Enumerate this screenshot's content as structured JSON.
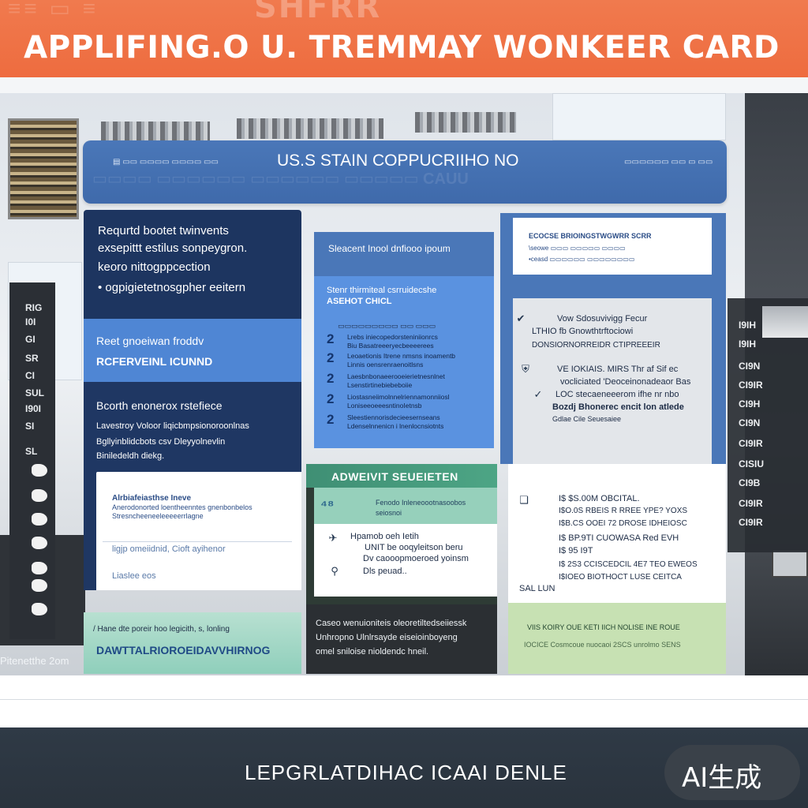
{
  "header": {
    "ghost": "SHFRR",
    "ghost_small": "≡≡ ▭ ≡",
    "title": "APPLIFING.O U.  TREMMAY WONKEER CARD"
  },
  "top_bar": {
    "small_left": "▤ ▭▭ ▭▭▭▭ ▭▭▭▭ ▭▭",
    "title": "US.S STAIN COPPUCRIIHO NO",
    "small_right": "▭▭▭▭▭▭ ▭▭ ▭ ▭▭",
    "ghost": "▭▭▭▭ ▭▭▭▭▭▭ ▭▭▭▭▭▭ ▭▭▭▭▭ CAUU"
  },
  "left_column": {
    "card1": {
      "lines": [
        "Requrtd  bootet  twinvents",
        "exsepittt estilus sonpeygron.",
        "keoro nittogppcection",
        "•  ogpigietetnosgpher eeitern"
      ]
    },
    "card2": {
      "subtitle": "Reet gnoeiwan froddv",
      "title": "RCFERVEINL  ICUNND"
    },
    "card3": {
      "title": "Bcorth enonerox rstefiece",
      "lines": [
        "Lavestroy Voloor liqicbmpsionoroonlnas",
        "Bgllyinblidcbots  csv   Dleyyolnevlin",
        "Biniledeldh diekg."
      ]
    },
    "card4": {
      "title": "Alrbiafeiasthse Ineve",
      "lines": [
        "Anerodonorted loentheenntes gnenbonbelos",
        "Stresncheeneeleeeeerrlagne"
      ],
      "after_divider": "ligjp omeiidnid,  Cioft ayihenor",
      "foot": "Liaslee eos"
    },
    "card5": {
      "small": "/ Hane dte poreir hoo legicith, s, lonling",
      "title": "DAWTTALRIOROEIDAVVHIRNOG"
    }
  },
  "middle_column": {
    "card1_text": "Sleacent Inool dnfiooo ipoum",
    "card2_lines": [
      "Stenr  thirmiteal csrruidecshe",
      "ASEHOT CHICL"
    ],
    "card3_head": "▭▭▭▭▭▭▭▭▭ ▭▭ ▭▭▭",
    "steps": [
      {
        "n": "2",
        "t1": "Lrebs iniecopedorsteniniionrcs",
        "t2": "Biu Basatreeeryecbeeeerees"
      },
      {
        "n": "2",
        "t1": "Leoaetionis Itrene nmsns inoamentb",
        "t2": "Linnis oensrenraenoitlsns"
      },
      {
        "n": "2",
        "t1": "Laesbnbonaeerooeierietnesnlnet",
        "t2": "Lsenstirtinebiebeboiie"
      },
      {
        "n": "2",
        "t1": "Liostasneiimolnnelriennamonniiosl",
        "t2": "LoniseeoeeesntinoIetnsb"
      },
      {
        "n": "2",
        "t1": "Sleestiennorisdecieesernseans",
        "t2": "Ldenselnnenicn i lnenlocnsiotnts"
      }
    ],
    "card4": {
      "head": "ADWEIVIT  SEUEIETEN",
      "green_lines": [
        "Fenodo Inleneoootnasoobos",
        "seiosnoi"
      ],
      "white_lines": [
        "Hpamob oeh Ietih",
        "UNIT  be ooqyleitson beru",
        "Dv caooopmoeroed  yoinsm",
        "Dls peuad.."
      ]
    },
    "card5_lines": [
      "Caseo wenuioniteis oleoretiltedseiiessk",
      "Unhropno Ulnlrsayde eiseioinboyeng",
      "omel sniloise nioldendc hneil."
    ]
  },
  "right_column": {
    "card1": {
      "head": "ECOCSE BRIOINGSTWGWRR SCRR",
      "lines": [
        "\\seowe ▭▭▭ ▭▭▭▭▭ ▭▭▭▭",
        "•ceasd ▭▭▭▭▭▭ ▭▭▭▭▭▭▭▭"
      ]
    },
    "card2": {
      "lines": [
        "Vow  Sdosuvivigg Fecur",
        "LTHIO fb Gnowthtrftociowi",
        "DONSIORNORREIDR CTIPREEEIR",
        "VE IOKIAIS.  MIRS  Thr af Sif ec",
        "vocliciated  'Deoceinonadeaor Bas",
        "LOC stecaeneeerom ifhe nr nbo",
        "Bozdj  Bhonerec  encit  lon  atlede",
        "Gdlae  Cile          Seuesaiee"
      ]
    },
    "card3": {
      "lines": [
        "I$ $S.00M OBCITAL.",
        "I$O.0S RBEIS R  RREE YPE? YOXS",
        "I$B.CS OOEI  72 DROSE IDHEIOSC",
        "I$ BP.9TI  CUOWASA Red  EVH",
        "I$ 95 I9T",
        "I$ 2S3  CCISCEDCIL   4E7  TEO EWEOS",
        "I$IOEO  BIOTHOCT LUSE CEITCA",
        "SAL  LUN"
      ]
    },
    "card4_lines": [
      "VIIS KOIRY OUE  KETI  IICH NOLISE  INE ROUE",
      "IOCICE Cosmcoue nuocaoi 2SCS unrolmo SENS"
    ]
  },
  "left_strip": [
    {
      "t": "RIG"
    },
    {
      "t": "I0I"
    },
    {
      "t": "GI"
    },
    {
      "t": "SR"
    },
    {
      "t": "CI"
    },
    {
      "t": "SUL"
    },
    {
      "t": "I90I"
    },
    {
      "t": "SI"
    },
    {
      "t": "SL"
    }
  ],
  "right_strip": [
    {
      "t": "I9IH"
    },
    {
      "t": "I9IH"
    },
    {
      "t": "CI9N"
    },
    {
      "t": "CI9IR"
    },
    {
      "t": "CI9H"
    },
    {
      "t": "CI9N"
    },
    {
      "t": "CI9IR"
    },
    {
      "t": "CISIU"
    },
    {
      "t": "CI9B"
    },
    {
      "t": "CI9IR"
    },
    {
      "t": "CI9IR"
    }
  ],
  "left_watermark": "Pitenetthe 2om",
  "footer": {
    "text": "LEPGRLATDIHAC ICAAI DENLE"
  },
  "badge": {
    "text": "AI生成"
  }
}
